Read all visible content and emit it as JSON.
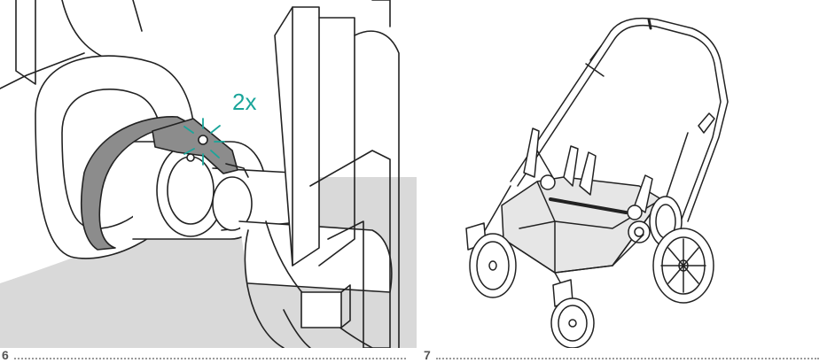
{
  "steps": [
    {
      "number": "6",
      "callout": "2x"
    },
    {
      "number": "7"
    }
  ],
  "colors": {
    "line": "#222222",
    "accent": "#1aa59a",
    "strap": "#8c8c8c",
    "floor": "#d9d9d9",
    "fabric": "#e6e6e6"
  },
  "icons": [
    "click-indicator-icon"
  ]
}
